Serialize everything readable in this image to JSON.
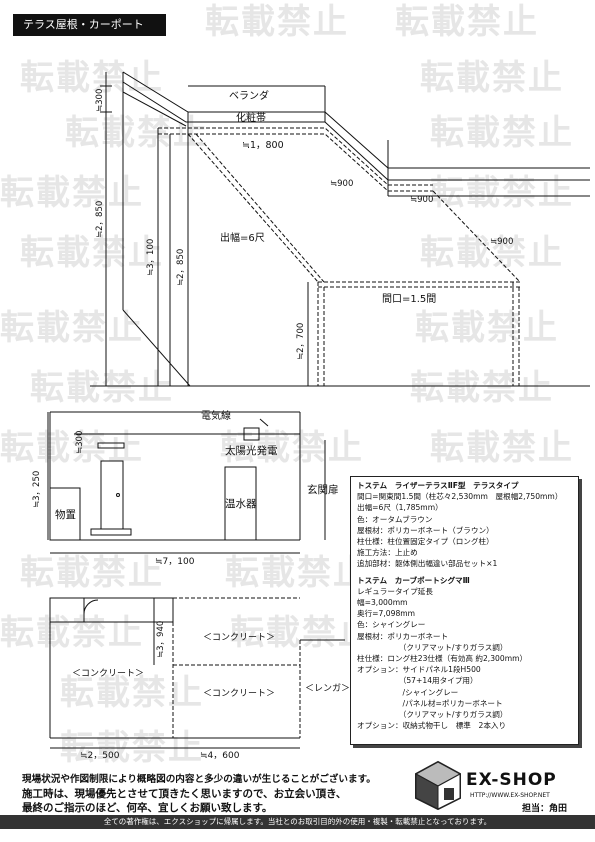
{
  "header": {
    "title": "テラス屋根・カーポート"
  },
  "watermark": {
    "text": "転載禁止"
  },
  "elevation": {
    "veranda": "ベランダ",
    "fascia": "化粧帯",
    "dims": {
      "top_300": "≒300",
      "left_2850": "≒2，850",
      "h_3100": "≒3，100",
      "h_2850": "≒2，850",
      "h_2700": "≒2，700",
      "w_1800": "≒1，800",
      "w_900_a": "≒900",
      "w_900_b": "≒900",
      "w_900_c": "≒900"
    },
    "depth_label": "出幅=6尺",
    "width_label": "間口=1.5間"
  },
  "plan": {
    "electric_line": "電気線",
    "solar": "太陽光発電",
    "water_heater": "温水器",
    "storage": "物置",
    "entrance_door": "玄関扉",
    "dims": {
      "h_300": "≒300",
      "h_3250": "≒3，250",
      "w_7100": "≒7，100",
      "h_3940": "≒3，940",
      "w_2500": "≒2，500",
      "w_4600": "≒4，600"
    },
    "concrete_1": "＜コンクリート＞",
    "concrete_2": "＜コンクリート＞",
    "concrete_3": "＜コンクリート＞",
    "brick": "＜レンガ＞"
  },
  "spec": {
    "lines": [
      "トステム　ライザーテラスⅡF型　テラスタイプ",
      "間口=関東間1.5間（柱芯々2,530mm　屋根幅2,750mm）",
      "出幅=6尺（1,785mm）",
      "色：オータムブラウン",
      "屋根材：ポリカーボネート（ブラウン）",
      "柱仕様：柱位置固定タイプ（ロング柱）",
      "施工方法：上止め",
      "追加部材：躯体側出幅違い部品セット×1",
      "",
      "トステム　カーブポートシグマⅢ",
      "レギュラータイプ延長",
      "幅=3,000mm",
      "奥行=7,098mm",
      "色：シャイングレー",
      "屋根材：ポリカーボネート",
      "　　　　　　（クリアマット/すりガラス調）",
      "柱仕様：ロング柱23仕様（有効高 約2,300mm）",
      "オプション：サイドパネル1段H500",
      "　　　　　　（57+14用タイプ用）",
      "　　　　　　/シャイングレー",
      "　　　　　　/パネル材=ポリカーボネート",
      "　　　　　　（クリアマット/すりガラス調）",
      "オプション：収納式物干し　標準　2本入り"
    ]
  },
  "notice": {
    "line1": "現場状況や作図制限により概略図の内容と多少の違いが生じることがございます。",
    "line2": "施工時は、現場優先とさせて頂きたく思いますので、お立会い頂き、",
    "line3": "最終のご指示のほど、何卒、宜しくお願い致します。"
  },
  "logo": {
    "name": "EX-SHOP",
    "url": "HTTP://WWW.EX-SHOP.NET",
    "staff": "担当：角田"
  },
  "footer": {
    "text": "全ての著作権は、エクスショップに帰属します。当社とのお取引目的外の使用・複製・転載禁止となっております。"
  }
}
